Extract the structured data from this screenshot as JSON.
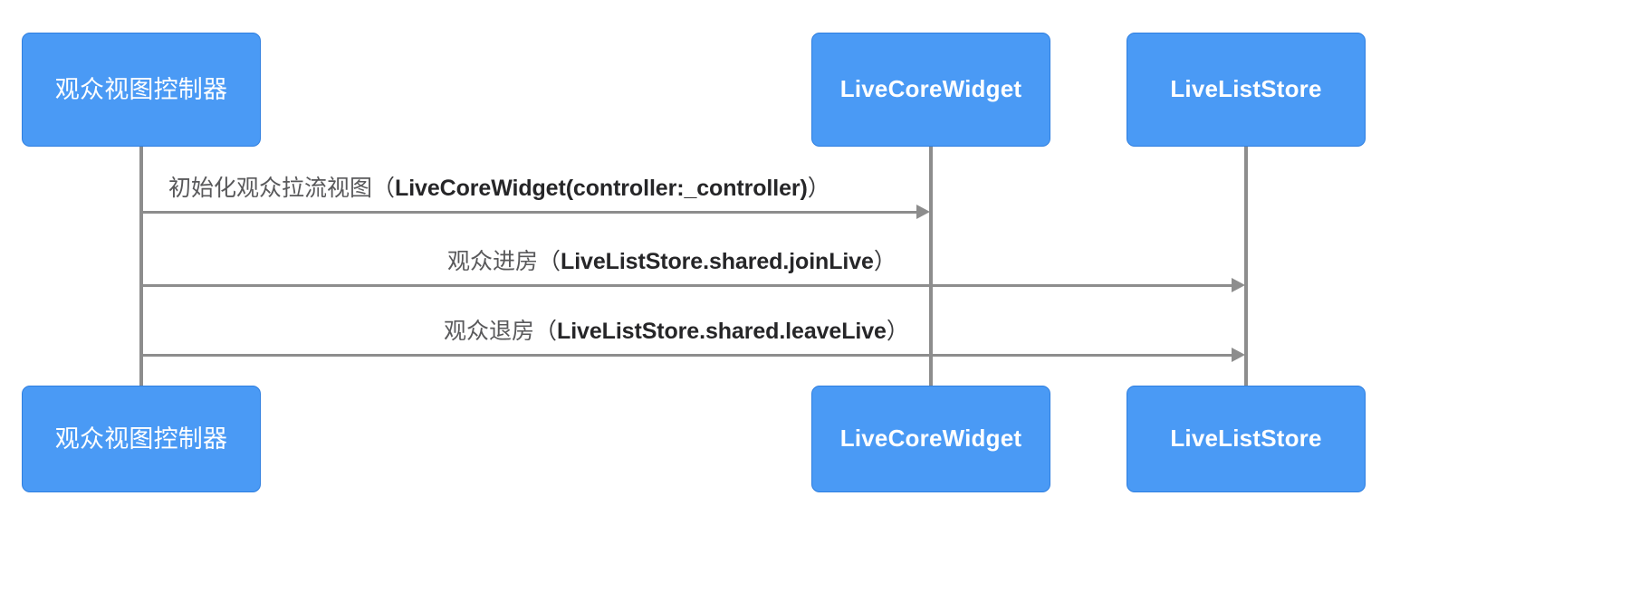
{
  "diagram": {
    "type": "sequence-diagram",
    "background_color": "#ffffff",
    "colors": {
      "participant_fill": "#4a9af5",
      "participant_border": "#2f7fe0",
      "participant_text": "#ffffff",
      "lifeline": "#8d8d8d",
      "arrow": "#8d8d8d",
      "label_chinese": "#59595b",
      "label_code": "#262628"
    },
    "participants": [
      {
        "id": "audience-view-controller",
        "label": "观众视图控制器",
        "script": "cjk"
      },
      {
        "id": "live-core-widget",
        "label": "LiveCoreWidget",
        "script": "latin"
      },
      {
        "id": "live-list-store",
        "label": "LiveListStore",
        "script": "latin"
      }
    ],
    "messages": [
      {
        "index": 1,
        "from": "audience-view-controller",
        "to": "live-core-widget",
        "zh": "初始化观众拉流视图",
        "open_paren": "（",
        "code": "LiveCoreWidget(controller:_controller)",
        "close_paren": "）"
      },
      {
        "index": 2,
        "from": "audience-view-controller",
        "to": "live-list-store",
        "zh": "观众进房",
        "open_paren": "（",
        "code": "LiveListStore.shared.joinLive",
        "close_paren": "）"
      },
      {
        "index": 3,
        "from": "audience-view-controller",
        "to": "live-list-store",
        "zh": "观众退房",
        "open_paren": "（",
        "code": "LiveListStore.shared.leaveLive",
        "close_paren": "）"
      }
    ]
  }
}
